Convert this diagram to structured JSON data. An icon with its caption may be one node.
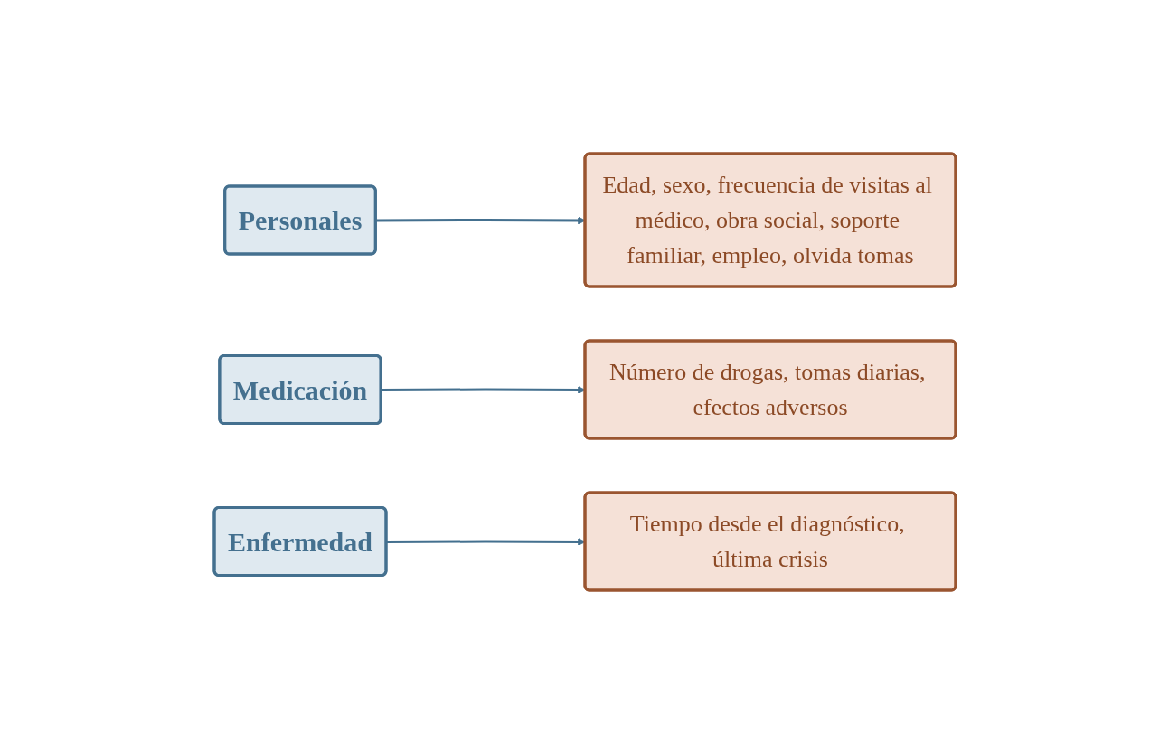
{
  "diagram": {
    "nodes": [
      {
        "text": [
          "Personales"
        ]
      },
      {
        "text": [
          "Edad, sexo, frecuencia de visitas al médico, obra social, soporte familiar, empleo, olvida tomas"
        ]
      },
      {
        "text": [
          "Medicación"
        ]
      },
      {
        "text": [
          "Número de drogas, tomas diarias, efectos adversos"
        ]
      },
      {
        "text": [
          "Enfermedad"
        ]
      },
      {
        "text": [
          "Tiempo desde el diagnóstico, última crisis"
        ]
      }
    ],
    "edges": [
      {
        "from": 0,
        "to": 1,
        "arrow": "to"
      },
      {
        "from": 2,
        "to": 3,
        "arrow": "to"
      },
      {
        "from": 4,
        "to": 5,
        "arrow": "to"
      }
    ]
  }
}
